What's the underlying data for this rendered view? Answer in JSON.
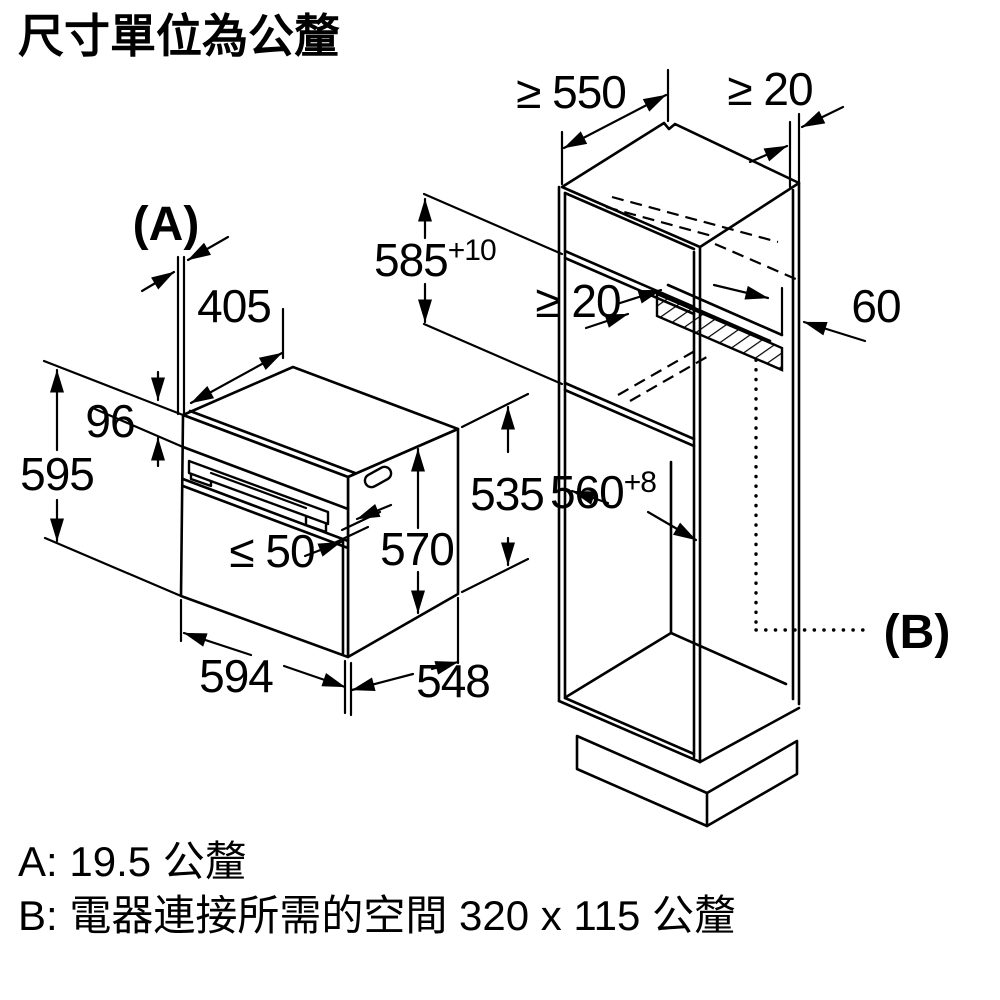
{
  "title": "尺寸單位為公釐",
  "footnotes": {
    "a": "A: 19.5 公釐",
    "b": "B: 電器連接所需的空間 320 x 115 公釐"
  },
  "oven": {
    "ref_label": "(A)",
    "dim_top_inset": "405",
    "dim_panel_height": "96",
    "dim_height": "595",
    "dim_handle_depth": "≤ 50",
    "dim_total_depth": "570",
    "dim_width": "594",
    "dim_body_depth": "548"
  },
  "cabinet": {
    "ref_label": "(B)",
    "dim_min_depth": "≥ 550",
    "dim_wall_gap": "≥ 20",
    "dim_niche_height": "585",
    "dim_niche_height_tol": "+10",
    "dim_rear_gap": "≥ 20",
    "dim_vent_depth": "60",
    "dim_body_height": "535",
    "dim_niche_width": "560",
    "dim_niche_width_tol": "+8"
  },
  "colors": {
    "line": "#000000",
    "background": "#ffffff"
  }
}
